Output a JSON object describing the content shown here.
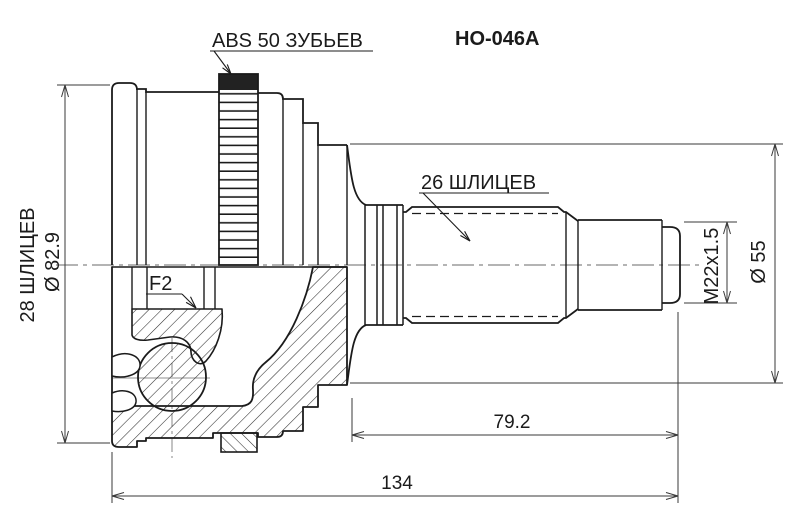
{
  "drawing": {
    "part_number": "HO-046A",
    "callouts": {
      "abs_ring": "ABS 50 ЗУБЬЕВ",
      "shaft_splines": "26 ШЛИЦЕВ",
      "grease_code": "F2",
      "inner_splines": "28 ШЛИЦЕВ"
    },
    "dimensions": {
      "outer_diameter": "Ø 82.9",
      "boot_seat_diameter": "Ø 55",
      "thread_spec": "M22x1.5",
      "shaft_length": "79.2",
      "total_length": "134"
    },
    "colors": {
      "line": "#1b1b1b",
      "dim_line": "#3a3a3a",
      "background": "#ffffff"
    }
  }
}
